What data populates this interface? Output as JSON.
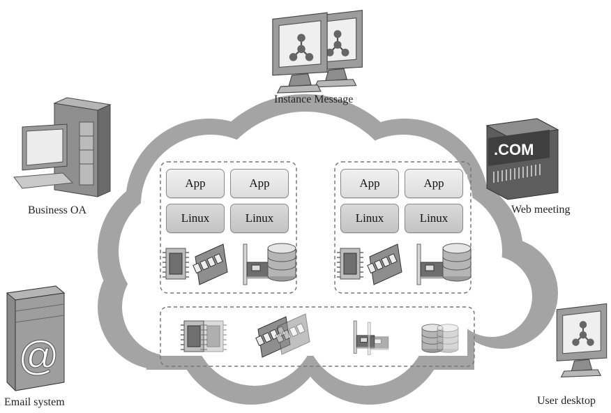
{
  "labels": {
    "instance_message": "Instance Message",
    "business_oa": "Business OA",
    "web_meeting": "Web meeting",
    "email_system": "Email system",
    "user_desktop": "User desktop",
    "dotcom": ".COM"
  },
  "vm_groups": [
    {
      "apps": [
        "App",
        "App"
      ],
      "os": [
        "Linux",
        "Linux"
      ]
    },
    {
      "apps": [
        "App",
        "App"
      ],
      "os": [
        "Linux",
        "Linux"
      ]
    }
  ],
  "icons": {
    "instance_message": "dual-monitor-icon",
    "business_oa": "desktop-computer-icon",
    "web_meeting": "web-server-icon",
    "email_system": "email-server-icon",
    "user_desktop": "monitor-icon",
    "hardware": [
      "cpu-icon",
      "memory-module-icon",
      "network-card-icon",
      "storage-disk-icon"
    ]
  }
}
